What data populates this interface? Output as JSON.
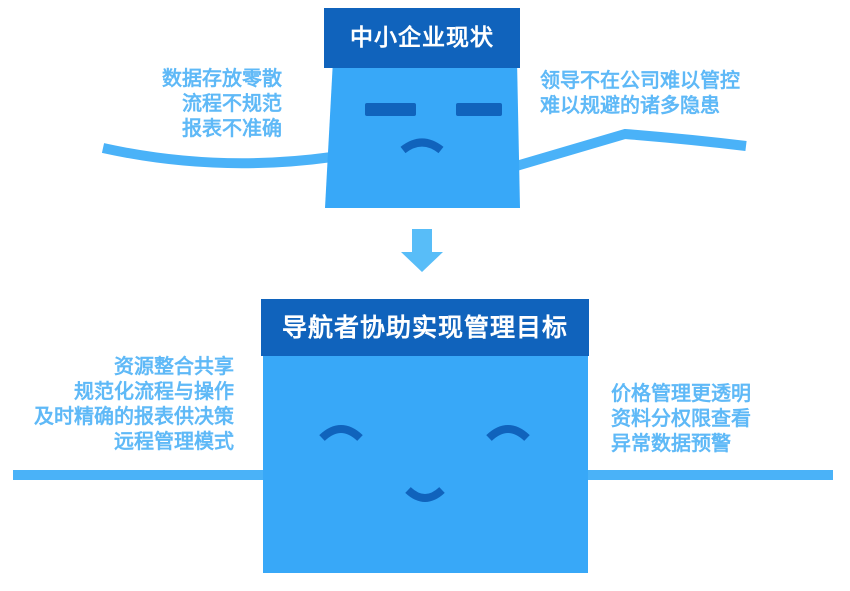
{
  "top_section": {
    "header": "中小企业现状",
    "left_points": [
      "数据存放零散",
      "流程不规范",
      "报表不准确"
    ],
    "right_points": [
      "领导不在公司难以管控",
      "难以规避的诸多隐患"
    ],
    "face_expression": "sad"
  },
  "bottom_section": {
    "header": "导航者协助实现管理目标",
    "left_points": [
      "资源整合共享",
      "规范化流程与操作",
      "及时精确的报表供决策",
      "远程管理模式"
    ],
    "right_points": [
      "价格管理更透明",
      "资料分权限查看",
      "异常数据预警"
    ],
    "face_expression": "happy"
  },
  "icons": {
    "arrow": "down-arrow"
  },
  "colors": {
    "dark_blue": "#1063BC",
    "face_blue": "#38A8F8",
    "wave_blue": "#4AB2F8",
    "arrow_blue": "#58BDF8",
    "label_blue": "#5FB9F7",
    "header_text": "#FFFFFF",
    "background": "#FFFFFF"
  }
}
